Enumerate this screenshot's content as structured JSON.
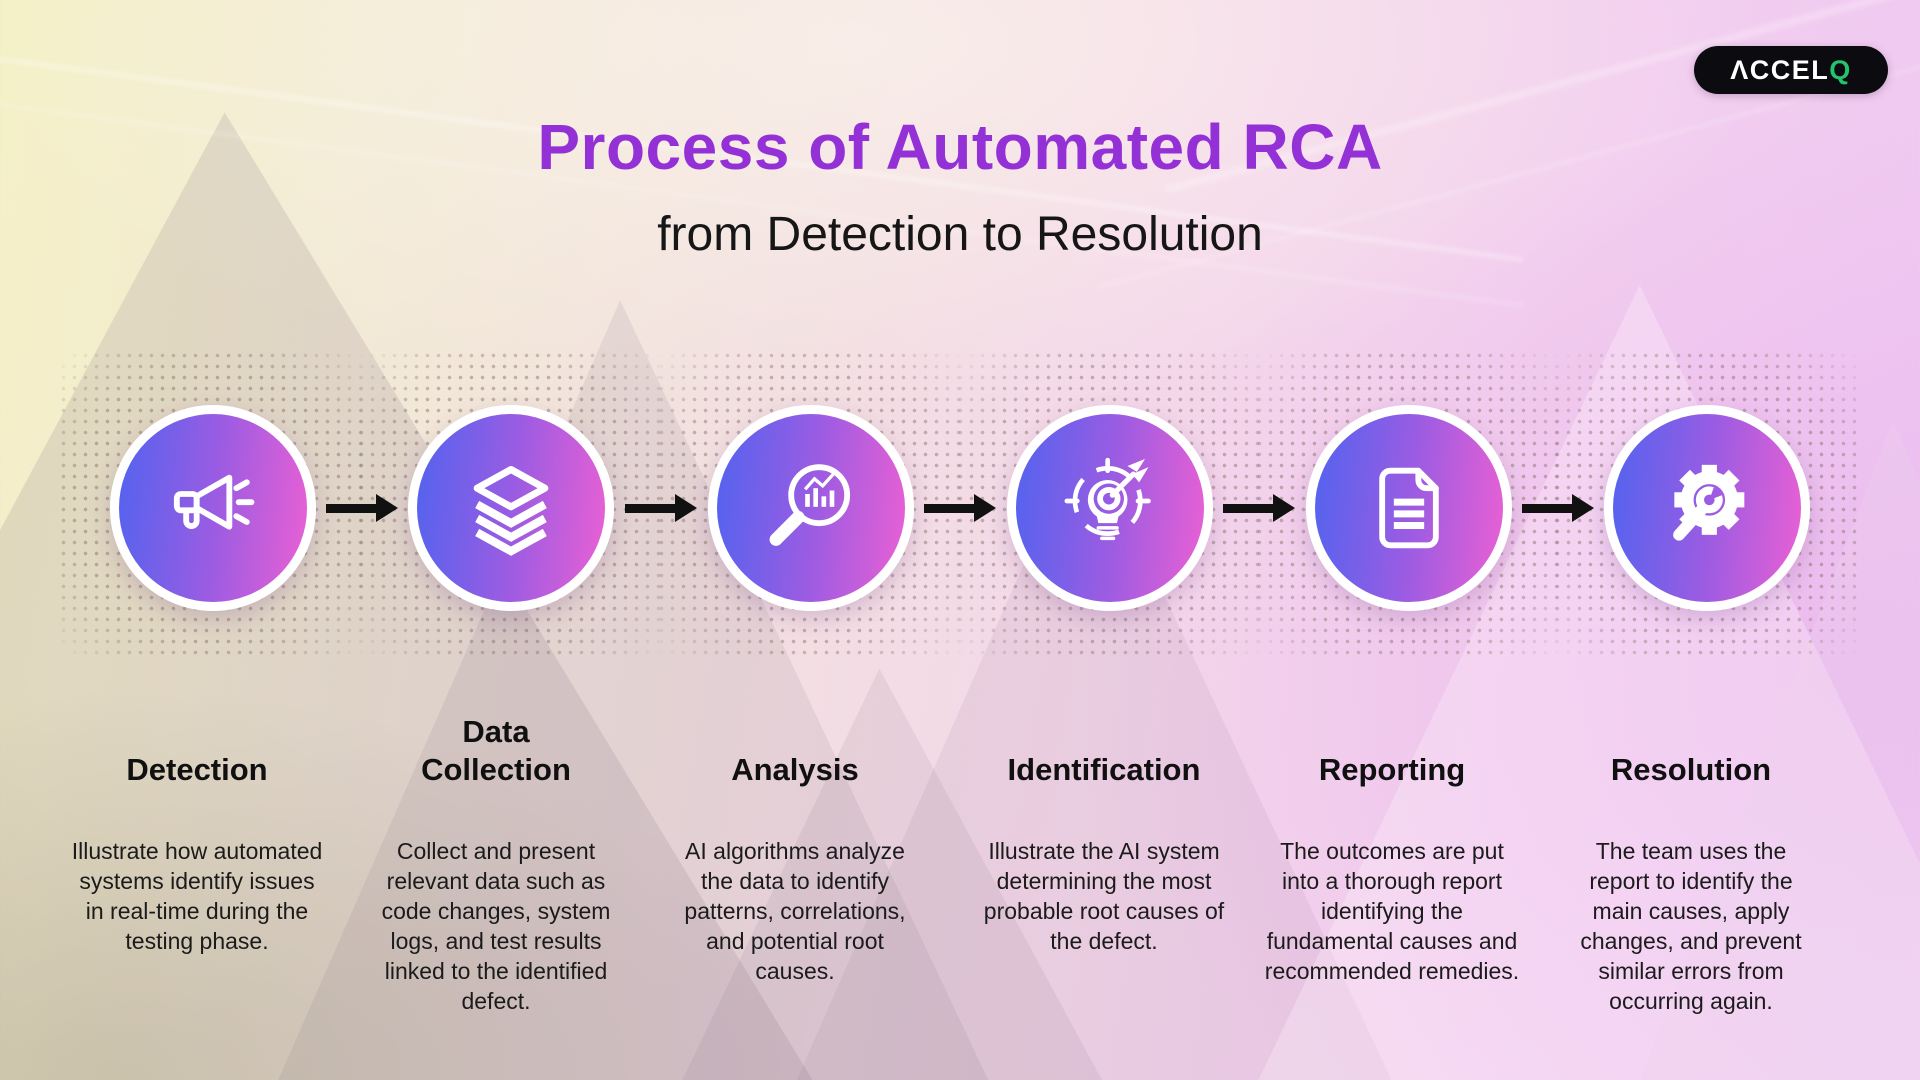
{
  "logo": {
    "brand_main": "ΛCCEL",
    "brand_q": "Q",
    "full_name": "ACCELQ"
  },
  "header": {
    "title": "Process of Automated RCA",
    "subtitle": "from Detection to Resolution"
  },
  "steps": [
    {
      "label": "Detection",
      "icon": "megaphone-icon",
      "description": "Illustrate how automated systems identify issues in real-time during the testing phase."
    },
    {
      "label": "Data\nCollection",
      "icon": "layers-stack-icon",
      "description": "Collect and present relevant data such as code changes, system logs, and test results linked to the identified defect."
    },
    {
      "label": "Analysis",
      "icon": "magnifier-chart-icon",
      "description": "AI algorithms analyze the data to identify patterns, correlations, and potential root causes."
    },
    {
      "label": "Identification",
      "icon": "bulb-target-icon",
      "description": "Illustrate the AI system determining the most probable root causes of the defect."
    },
    {
      "label": "Reporting",
      "icon": "report-document-icon",
      "description": "The outcomes are put into a thorough report identifying the fundamental causes and recommended remedies."
    },
    {
      "label": "Resolution",
      "icon": "gear-wrench-icon",
      "description": "The team uses the report to identify the main causes, apply changes, and prevent similar errors from occurring again."
    }
  ],
  "colors": {
    "title_purple": "#9331d6",
    "circle_gradient_start": "#5263ef",
    "circle_gradient_mid": "#9c5ce2",
    "circle_gradient_end": "#ea60d4",
    "arrow_black": "#111111",
    "logo_background": "#0b0b10",
    "logo_q_green": "#25c36f"
  }
}
